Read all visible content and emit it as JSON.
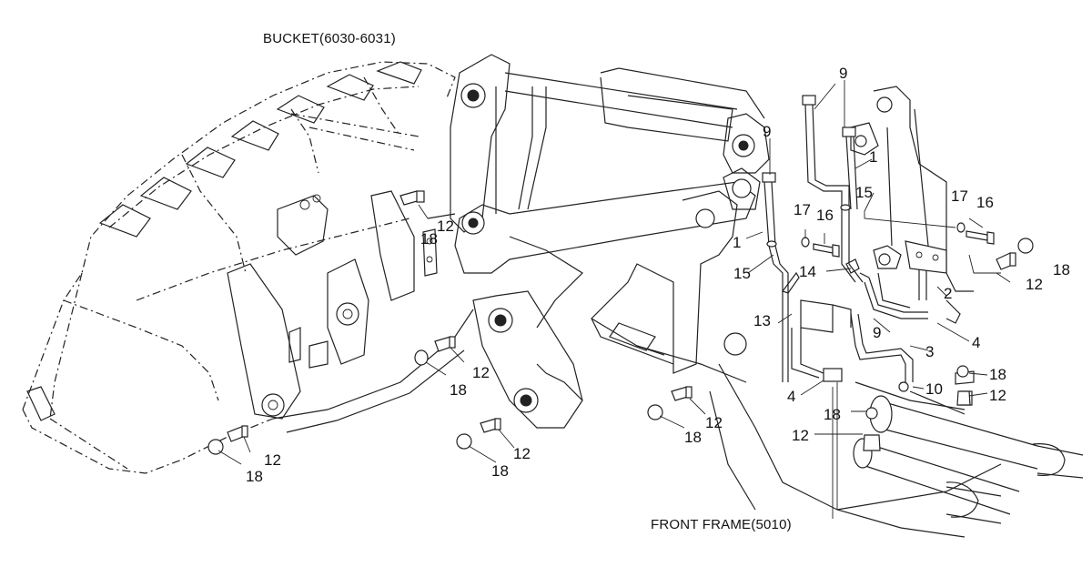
{
  "titles": {
    "bucket": "BUCKET(6030-6031)",
    "front_frame": "FRONT FRAME(5010)"
  },
  "callouts": [
    {
      "id": "c9a",
      "text": "9"
    },
    {
      "id": "c9b",
      "text": "9"
    },
    {
      "id": "c1a",
      "text": "1"
    },
    {
      "id": "c1b",
      "text": "1"
    },
    {
      "id": "c15a",
      "text": "15"
    },
    {
      "id": "c15b",
      "text": "15"
    },
    {
      "id": "c17a",
      "text": "17"
    },
    {
      "id": "c16a",
      "text": "16"
    },
    {
      "id": "c17b",
      "text": "17"
    },
    {
      "id": "c16b",
      "text": "16"
    },
    {
      "id": "c18a",
      "text": "18"
    },
    {
      "id": "c12a",
      "text": "12"
    },
    {
      "id": "c14",
      "text": "14"
    },
    {
      "id": "c2",
      "text": "2"
    },
    {
      "id": "c13",
      "text": "13"
    },
    {
      "id": "c9c",
      "text": "9"
    },
    {
      "id": "c4a",
      "text": "4"
    },
    {
      "id": "c3",
      "text": "3"
    },
    {
      "id": "c18b",
      "text": "18"
    },
    {
      "id": "c10",
      "text": "10"
    },
    {
      "id": "c12b",
      "text": "12"
    },
    {
      "id": "c4b",
      "text": "4"
    },
    {
      "id": "c18c",
      "text": "18"
    },
    {
      "id": "c12c",
      "text": "12"
    },
    {
      "id": "c12d",
      "text": "12"
    },
    {
      "id": "c18d",
      "text": "18"
    },
    {
      "id": "c12e",
      "text": "12"
    },
    {
      "id": "c18e",
      "text": "18"
    },
    {
      "id": "c12f",
      "text": "12"
    },
    {
      "id": "c18f",
      "text": "18"
    },
    {
      "id": "c12g",
      "text": "12"
    },
    {
      "id": "c18g",
      "text": "18"
    },
    {
      "id": "c12h",
      "text": "12"
    },
    {
      "id": "c18h",
      "text": "18"
    }
  ]
}
